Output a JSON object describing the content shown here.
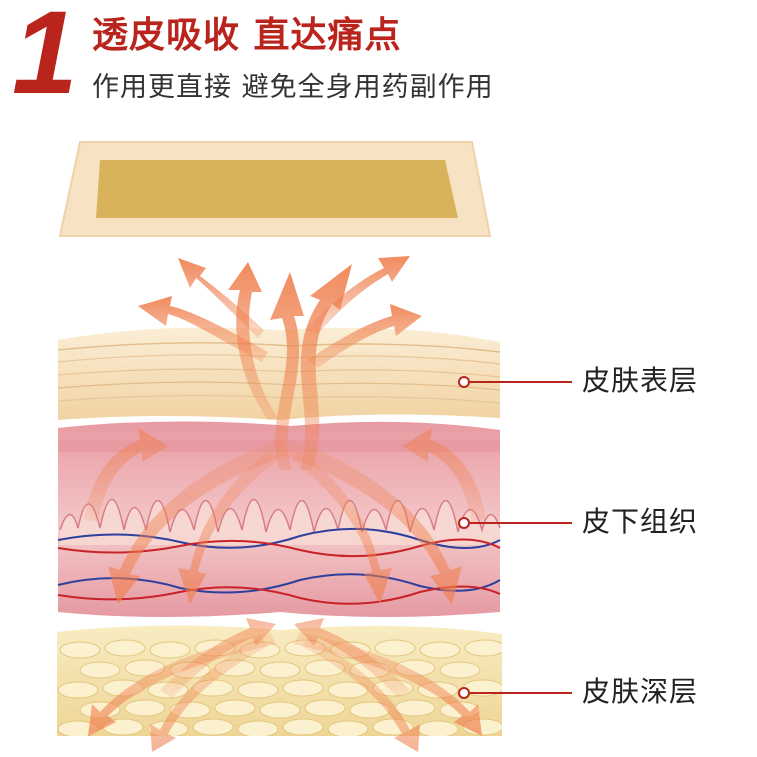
{
  "header": {
    "number": "1",
    "title": "透皮吸收 直达痛点",
    "subtitle": "作用更直接 避免全身用药副作用"
  },
  "layers": [
    {
      "label": "皮肤表层"
    },
    {
      "label": "皮下组织"
    },
    {
      "label": "皮肤深层"
    }
  ],
  "colors": {
    "accent": "#b9241d",
    "patch_pad": "#d9b25c",
    "patch_border": "#f7e3c4",
    "epidermis": "#f6dfb6",
    "dermis": "#e9aeb5",
    "fat": "#f2e0a4",
    "arrows": "#ef8a5a"
  }
}
